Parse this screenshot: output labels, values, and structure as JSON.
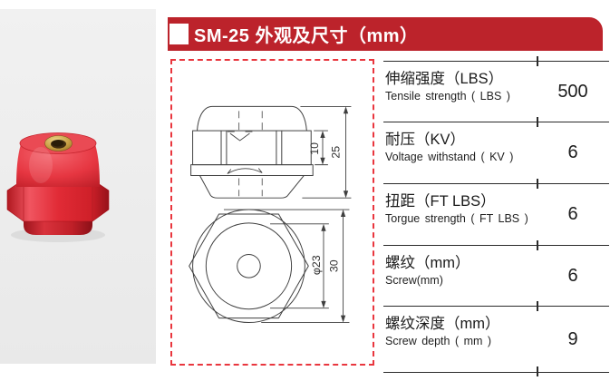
{
  "header": {
    "title": "SM-25 外观及尺寸（mm）"
  },
  "photo": {
    "alt": "SM-25 red busbar insulator with brass threaded insert"
  },
  "drawing": {
    "front_view": {
      "dim_band_height": "10",
      "dim_total_height": "25"
    },
    "top_view": {
      "dim_inner_diameter": "φ23",
      "dim_outer_diameter": "30"
    }
  },
  "spec_table": {
    "rows": [
      {
        "label_zh": "伸缩强度（LBS）",
        "label_en": "Tensile strength ( LBS )",
        "value": "500"
      },
      {
        "label_zh": "耐压（KV）",
        "label_en": "Voltage withstand ( KV )",
        "value": "6"
      },
      {
        "label_zh": "扭距（FT LBS）",
        "label_en": "Torgue strength ( FT LBS )",
        "value": "6"
      },
      {
        "label_zh": "螺纹（mm）",
        "label_en": "Screw(mm)",
        "value": "6"
      },
      {
        "label_zh": "螺纹深度（mm）",
        "label_en": "Screw depth ( mm )",
        "value": "9"
      }
    ]
  },
  "colors": {
    "accent_red": "#bc232b",
    "dashed_border_red": "#e9363e",
    "photo_background": "#ededed",
    "drawing_line": "#3f3f3f",
    "table_line": "#2b2b2b"
  }
}
